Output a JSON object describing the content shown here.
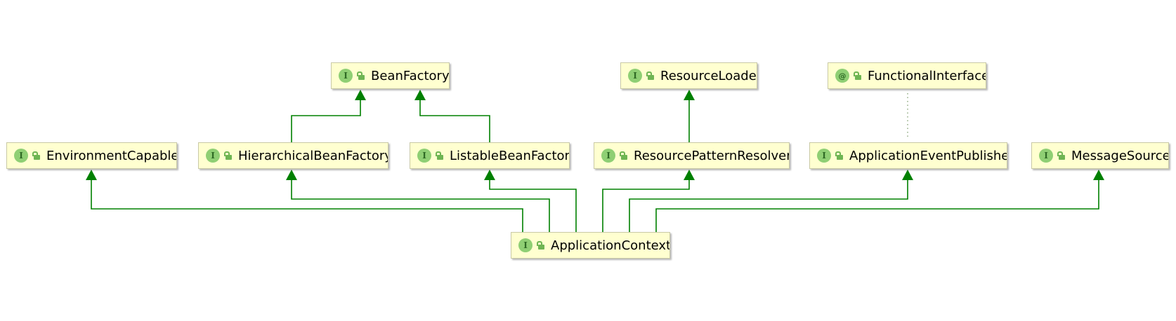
{
  "colors": {
    "edge": "#008000",
    "node_bg": "#ffffd0",
    "badge": "#8fcf74",
    "annotation_edge": "#7f9f6f"
  },
  "nodes": [
    {
      "id": "beanfactory",
      "badge": "I",
      "label": "BeanFactory"
    },
    {
      "id": "resourceloader",
      "badge": "I",
      "label": "ResourceLoader"
    },
    {
      "id": "functionalinterface",
      "badge": "@",
      "label": "FunctionalInterface"
    },
    {
      "id": "environmentcapable",
      "badge": "I",
      "label": "EnvironmentCapable"
    },
    {
      "id": "hierarchicalbeanfactory",
      "badge": "I",
      "label": "HierarchicalBeanFactory"
    },
    {
      "id": "listablebeanfactory",
      "badge": "I",
      "label": "ListableBeanFactory"
    },
    {
      "id": "resourcepatternresolver",
      "badge": "I",
      "label": "ResourcePatternResolver"
    },
    {
      "id": "applicationeventpublisher",
      "badge": "I",
      "label": "ApplicationEventPublisher"
    },
    {
      "id": "messagesource",
      "badge": "I",
      "label": "MessageSource"
    },
    {
      "id": "applicationcontext",
      "badge": "I",
      "label": "ApplicationContext"
    }
  ],
  "edges": [
    {
      "from": "hierarchicalbeanfactory",
      "to": "beanfactory",
      "kind": "extends"
    },
    {
      "from": "listablebeanfactory",
      "to": "beanfactory",
      "kind": "extends"
    },
    {
      "from": "resourcepatternresolver",
      "to": "resourceloader",
      "kind": "extends"
    },
    {
      "from": "applicationeventpublisher",
      "to": "functionalinterface",
      "kind": "annotated"
    },
    {
      "from": "applicationcontext",
      "to": "environmentcapable",
      "kind": "extends"
    },
    {
      "from": "applicationcontext",
      "to": "hierarchicalbeanfactory",
      "kind": "extends"
    },
    {
      "from": "applicationcontext",
      "to": "listablebeanfactory",
      "kind": "extends"
    },
    {
      "from": "applicationcontext",
      "to": "resourcepatternresolver",
      "kind": "extends"
    },
    {
      "from": "applicationcontext",
      "to": "applicationeventpublisher",
      "kind": "extends"
    },
    {
      "from": "applicationcontext",
      "to": "messagesource",
      "kind": "extends"
    }
  ]
}
